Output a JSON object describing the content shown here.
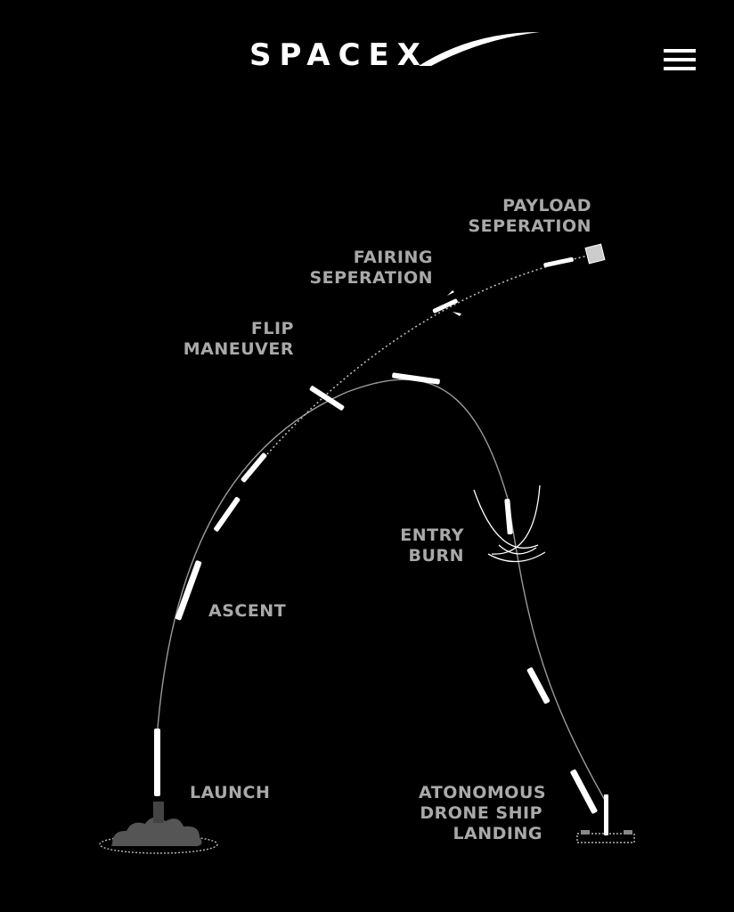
{
  "header": {
    "logo_text": "SPACEX",
    "menu_icon": "hamburger-menu-icon"
  },
  "diagram": {
    "stages": {
      "payload_separation": [
        "PAYLOAD",
        "SEPERATION"
      ],
      "fairing_separation": [
        "FAIRING",
        "SEPERATION"
      ],
      "flip_maneuver": [
        "FLIP",
        "MANEUVER"
      ],
      "entry_burn": [
        "ENTRY",
        "BURN"
      ],
      "ascent": [
        "ASCENT"
      ],
      "launch": [
        "LAUNCH"
      ],
      "landing": [
        "ATONOMOUS",
        "DRONE SHIP",
        "LANDING"
      ]
    },
    "colors": {
      "background": "#000000",
      "label": "#a9a9a9",
      "trajectory": "#9a9a9a",
      "rocket": "#ffffff",
      "smoke": "#555555"
    }
  }
}
